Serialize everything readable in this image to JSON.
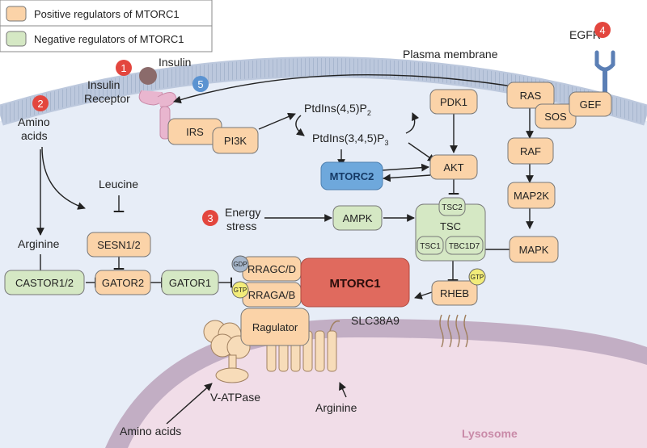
{
  "legend": {
    "positive": "Positive regulators of MTORC1",
    "negative": "Negative regulators of MTORC1"
  },
  "labels": {
    "plasma_membrane": "Plasma membrane",
    "insulin": "Insulin",
    "insulin_receptor_1": "Insulin",
    "insulin_receptor_2": "Receptor",
    "egfr": "EGFR",
    "amino_acids_1": "Amino",
    "amino_acids_2": "acids",
    "leucine": "Leucine",
    "arginine": "Arginine",
    "energy_1": "Energy",
    "energy_2": "stress",
    "ptdins45": "PtdIns(4,5)P",
    "ptdins45_sub": "2",
    "ptdins345": "PtdIns(3,4,5)P",
    "ptdins345_sub": "3",
    "slc38a9": "SLC38A9",
    "v_atpase": "V-ATPase",
    "amino_acids_bottom": "Amino acids",
    "arginine_bottom": "Arginine",
    "lysosome": "Lysosome"
  },
  "badges": {
    "b1": "1",
    "b2": "2",
    "b3": "3",
    "b4": "4",
    "b5": "5"
  },
  "nodes": {
    "irs": "IRS",
    "pi3k": "PI3K",
    "pdk1": "PDK1",
    "ras": "RAS",
    "sos": "SOS",
    "gef": "GEF",
    "raf": "RAF",
    "map2k": "MAP2K",
    "mapk": "MAPK",
    "akt": "AKT",
    "mtorc2": "MTORC2",
    "ampk": "AMPK",
    "tsc": "TSC",
    "tsc2": "TSC2",
    "tsc1": "TSC1",
    "tbc1d7": "TBC1D7",
    "sesn": "SESN1/2",
    "castor": "CASTOR1/2",
    "gator2": "GATOR2",
    "gator1": "GATOR1",
    "rragcd": "RRAGC/D",
    "rragab": "RRAGA/B",
    "gdp": "GDP",
    "gtp": "GTP",
    "mtorc1": "MTORC1",
    "rheb": "RHEB",
    "rheb_gtp": "GTP",
    "ragulator": "Ragulator"
  },
  "colors": {
    "positive": "#fbd3a8",
    "negative": "#d5e8c4",
    "mtorc1": "#e06a5e",
    "mtorc2": "#6ea8dc",
    "badge_red": "#e3463e",
    "badge_blue": "#5b93d1",
    "cell": "#e7edf7",
    "membrane": "#bcc8dd",
    "lysosome_fill": "#f1dde8",
    "lysosome_text": "#c98aa8"
  }
}
